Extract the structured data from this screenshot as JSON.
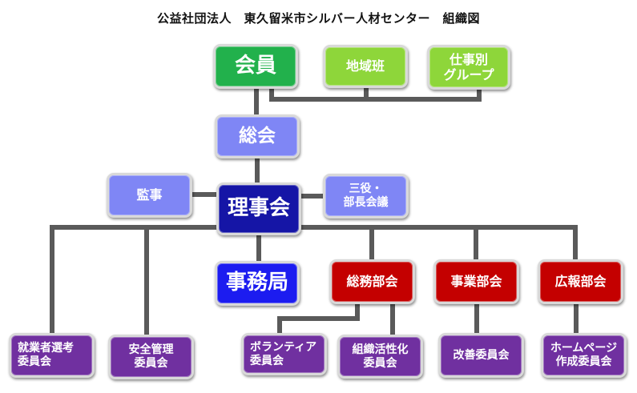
{
  "title": "公益社団法人　東久留米市シルバー人材センター　組織図",
  "nodes": {
    "kaiin": "会員",
    "chiikihan": "地域班",
    "shigotobetsu": "仕事別\nグループ",
    "soukai": "総会",
    "kanji": "監事",
    "rijikai": "理事会",
    "sanyaku": "三役・\n部長会議",
    "jimukyoku": "事務局",
    "soumubukai": "総務部会",
    "jigyoubukai": "事業部会",
    "kouhoubukai": "広報部会",
    "shuugyousha": "就業者選考\n委員会",
    "anzen": "安全管理\n委員会",
    "volunteer": "ボランティア\n委員会",
    "soshiki": "組織活性化\n委員会",
    "kaizen": "改善委員会",
    "homepage": "ホームページ\n作成委員会"
  },
  "colors": {
    "members": "#22b14c",
    "groups": "#8ed63a",
    "assembly": "#7f86f5",
    "board": "#1515a6",
    "secretariat": "#1c1cf0",
    "department": "#c40000",
    "committee": "#7030a0",
    "connector": "#555555"
  }
}
